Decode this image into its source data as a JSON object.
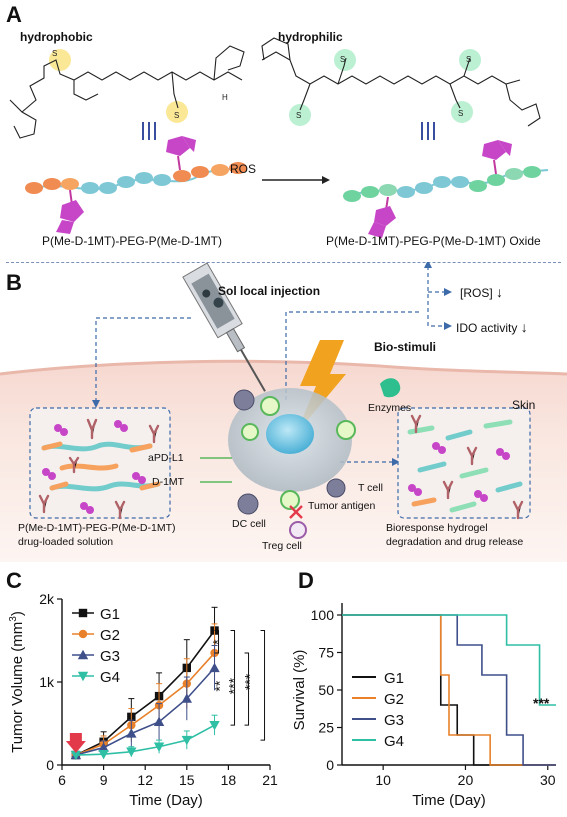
{
  "panels": {
    "a": "A",
    "b": "B",
    "c": "C",
    "d": "D"
  },
  "panel_a": {
    "hydrophobic": "hydrophobic",
    "hydrophilic": "hydrophilic",
    "ros": "ROS",
    "left_polymer": "P(Me-D-1MT)-PEG-P(Me-D-1MT)",
    "right_polymer": "P(Me-D-1MT)-PEG-P(Me-D-1MT) Oxide"
  },
  "panel_b": {
    "sol_injection": "Sol local injection",
    "ros_arrow": "[ROS]",
    "ido_activity": "IDO activity",
    "bio_stimuli": "Bio-stimuli",
    "enzymes": "Enzymes",
    "skin": "Skin",
    "apd_l1": "aPD-L1",
    "d_1mt": "D-1MT",
    "t_cell": "T cell",
    "tumor_antigen": "Tumor antigen",
    "dc_cell": "DC cell",
    "treg_cell": "Treg cell",
    "left_caption_1": "P(Me-D-1MT)-PEG-P(Me-D-1MT)",
    "left_caption_2": "drug-loaded solution",
    "right_caption_1": "Bioresponse hydrogel",
    "right_caption_2": "degradation and drug release"
  },
  "chart_data": [
    {
      "type": "line",
      "ylabel_prefix": "Tumor Volume (mm",
      "ylabel_sup": "3",
      "ylabel_suffix": ")",
      "xlabel": "Time (Day)",
      "xlim": [
        6,
        21
      ],
      "ylim": [
        0,
        2000
      ],
      "xticks": [
        6,
        9,
        12,
        15,
        18,
        21
      ],
      "yticks": [
        0,
        1000,
        2000
      ],
      "ytick_labels": [
        "0",
        "1k",
        "2k"
      ],
      "x": [
        7,
        9,
        11,
        13,
        15,
        17
      ],
      "series": [
        {
          "name": "G1",
          "values": [
            120,
            280,
            580,
            830,
            1170,
            1620
          ],
          "errors": [
            30,
            120,
            220,
            280,
            340,
            280
          ],
          "color": "#111111",
          "marker": "square"
        },
        {
          "name": "G2",
          "values": [
            120,
            250,
            480,
            720,
            980,
            1350
          ],
          "errors": [
            30,
            100,
            200,
            260,
            300,
            350
          ],
          "color": "#e8812a",
          "marker": "circle"
        },
        {
          "name": "G3",
          "values": [
            120,
            210,
            380,
            520,
            800,
            1170
          ],
          "errors": [
            30,
            80,
            160,
            220,
            260,
            270
          ],
          "color": "#3e4f8a",
          "marker": "triangle"
        },
        {
          "name": "G4",
          "values": [
            120,
            130,
            160,
            220,
            300,
            480
          ],
          "errors": [
            20,
            40,
            60,
            80,
            110,
            120
          ],
          "color": "#2fbfa5",
          "marker": "triangle-down"
        }
      ],
      "arrow_x": 7,
      "annotations": {
        "star1": "*",
        "star2": "**",
        "star3": "***",
        "star4": "***"
      },
      "legend": "top-left"
    },
    {
      "type": "line",
      "ylabel": "Survival (%)",
      "xlabel": "Time (Day)",
      "xlim": [
        5,
        31
      ],
      "ylim": [
        0,
        100
      ],
      "xticks": [
        10,
        20,
        30
      ],
      "yticks": [
        0,
        25,
        50,
        75,
        100
      ],
      "series": [
        {
          "name": "G1",
          "color": "#111111",
          "steps": [
            [
              5,
              100
            ],
            [
              17,
              100
            ],
            [
              17,
              40
            ],
            [
              19,
              40
            ],
            [
              19,
              20
            ],
            [
              21,
              20
            ],
            [
              21,
              0
            ],
            [
              31,
              0
            ]
          ]
        },
        {
          "name": "G2",
          "color": "#e8812a",
          "steps": [
            [
              5,
              100
            ],
            [
              17,
              100
            ],
            [
              17,
              60
            ],
            [
              18,
              60
            ],
            [
              18,
              20
            ],
            [
              23,
              20
            ],
            [
              23,
              0
            ],
            [
              31,
              0
            ]
          ]
        },
        {
          "name": "G3",
          "color": "#3e4f8a",
          "steps": [
            [
              5,
              100
            ],
            [
              19,
              100
            ],
            [
              19,
              80
            ],
            [
              22,
              80
            ],
            [
              22,
              60
            ],
            [
              25,
              60
            ],
            [
              25,
              20
            ],
            [
              27,
              20
            ],
            [
              27,
              0
            ],
            [
              31,
              0
            ]
          ]
        },
        {
          "name": "G4",
          "color": "#2fbfa5",
          "steps": [
            [
              5,
              100
            ],
            [
              25,
              100
            ],
            [
              25,
              80
            ],
            [
              29,
              80
            ],
            [
              29,
              40
            ],
            [
              31,
              40
            ]
          ]
        }
      ],
      "annotation": "***",
      "legend": "left"
    }
  ]
}
